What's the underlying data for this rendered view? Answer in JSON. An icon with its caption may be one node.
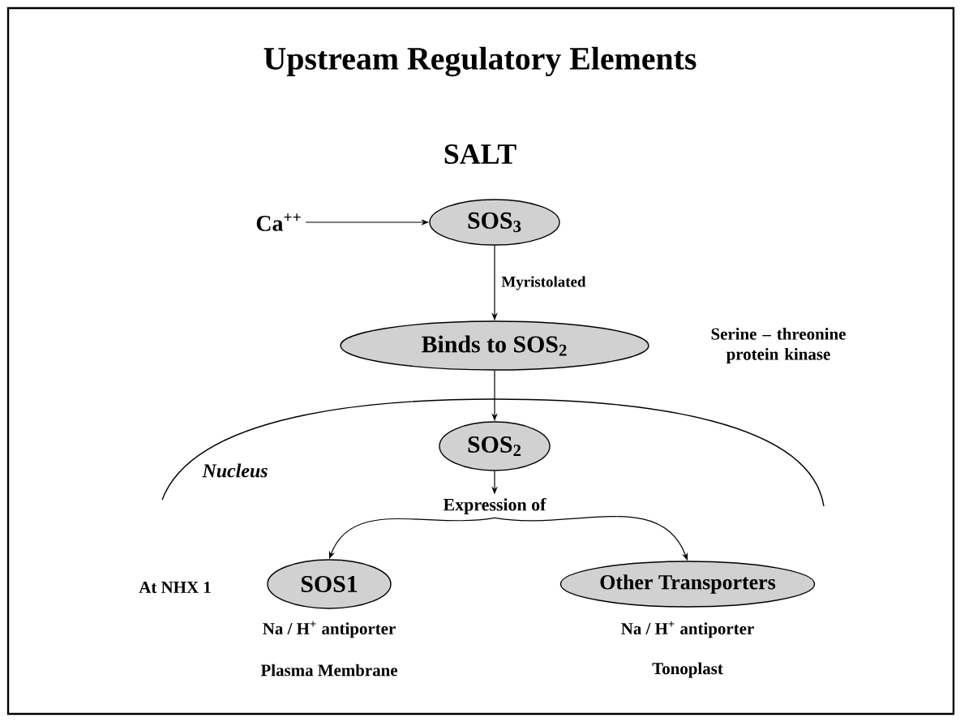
{
  "diagram": {
    "title": "Upstream Regulatory Elements",
    "nodes": [
      {
        "text": [
          "Ca$^{++}$"
        ]
      },
      {
        "text": [
          "SOS$_{3}$"
        ]
      },
      {
        "text": [
          "Binds to SOS$_{2}$"
        ],
        "beside": [
          "Serine – threonine protein kinase"
        ]
      },
      {
        "text": [
          "SOS$_{2}$"
        ]
      },
      {
        "text": [
          "Expression of"
        ]
      },
      {
        "text": [
          "SOS1"
        ],
        "beside": [
          "At NHX 1",
          "Na / H$^{+}$ antiporter",
          "Plasma Membrane"
        ]
      },
      {
        "text": [
          "Other Transporters"
        ],
        "beside": [
          "Na / H$^{+}$ antiporter",
          "Tonoplast"
        ]
      }
    ],
    "edges": [
      {
        "from": 0,
        "to": 1,
        "arrow": "to"
      },
      {
        "from": 1,
        "to": 2,
        "arrow": "to",
        "label": "Myristolated"
      },
      {
        "from": 2,
        "to": 3,
        "arrow": "to"
      },
      {
        "from": 3,
        "to": 4,
        "arrow": "to"
      },
      {
        "from": 4,
        "to": 5,
        "arrow": "to"
      },
      {
        "from": 4,
        "to": 6,
        "arrow": "to"
      }
    ],
    "labels": [
      "SALT",
      "Nucleus"
    ]
  }
}
